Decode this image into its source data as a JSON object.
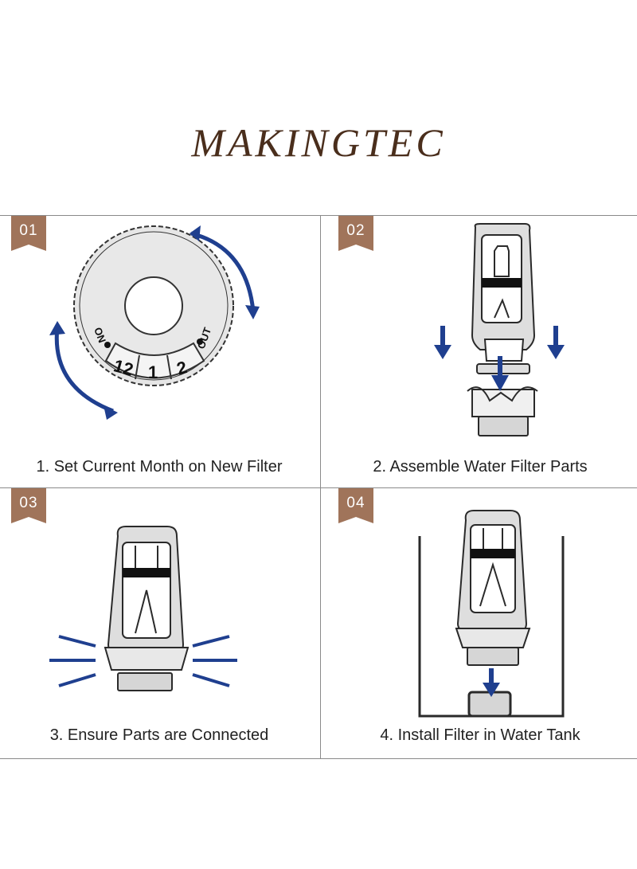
{
  "brand": {
    "name": "MAKINGTEC"
  },
  "colors": {
    "badge": "#a0745a",
    "arrow": "#1f3f8f",
    "stroke": "#2a2a2a",
    "fill": "#dedede"
  },
  "steps": [
    {
      "number": "01",
      "caption": "1. Set Current Month on New Filter",
      "dial": {
        "left_label": "ON",
        "right_label": "OUT",
        "months": [
          "12",
          "1",
          "2"
        ]
      }
    },
    {
      "number": "02",
      "caption": "2. Assemble Water Filter Parts"
    },
    {
      "number": "03",
      "caption": "3. Ensure Parts are Connected"
    },
    {
      "number": "04",
      "caption": "4. Install Filter in Water Tank"
    }
  ]
}
